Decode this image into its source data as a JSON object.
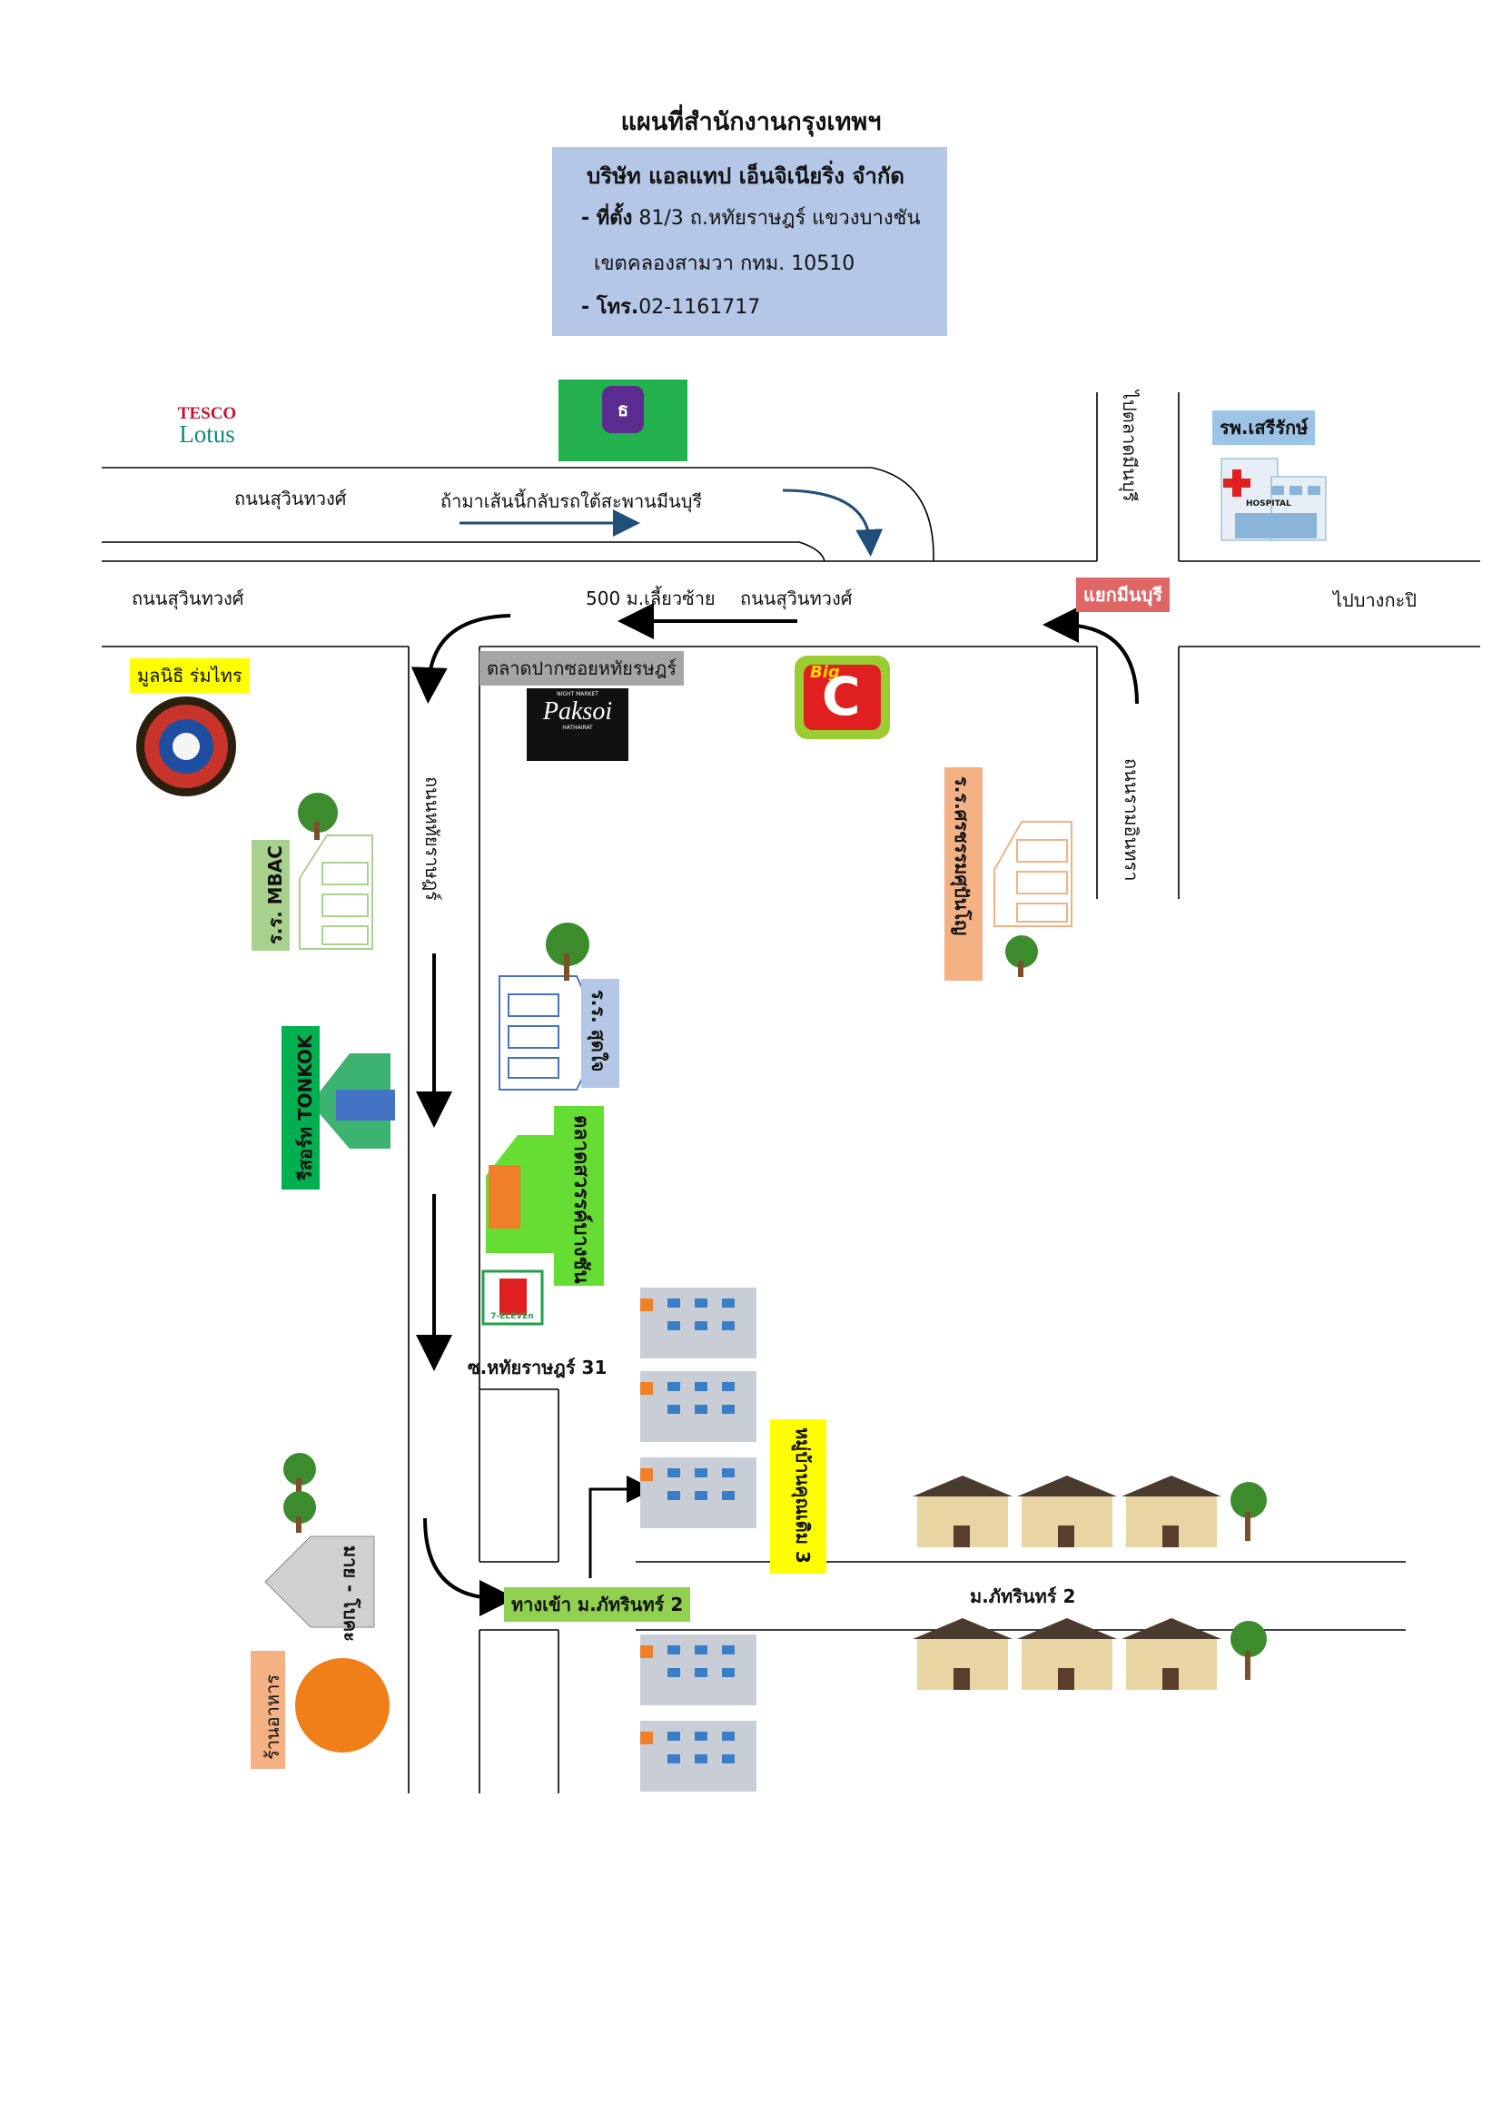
{
  "header": {
    "title": "แผนที่สำนักงานกรุงเทพฯ",
    "company": "บริษัท แอลแทป เอ็นจิเนียริ่ง จำกัด",
    "address_label": "- ที่ตั้ง",
    "address_line1": "81/3 ถ.หทัยราษฎร์ แขวงบางชัน",
    "address_line2": "เขตคลองสามวา กทม. 10510",
    "phone_label": "- โทร.",
    "phone": "02-1161717"
  },
  "roads": {
    "sukhumwong_left_top": "ถนนสุวินทวงศ์",
    "sukhumwong_left_bottom": "ถนนสุวินทวงศ์",
    "sukhumwong_mid": "ถนนสุวินทวงศ์",
    "u_turn_note": "ถ้ามาเส้นนี้กลับรถใต้สะพานมีนบุรี",
    "turn_left_500m": "500 ม.เลี้ยวซ้าย",
    "to_bangkapi": "ไปบางกะปิ",
    "to_min_buri_market": "ไปตลาดมีนบุรี",
    "ramintra": "ถนนรามอินทรา",
    "hathairat_road": "ถนนหทัยราษฎร์",
    "soi_hathairat_31": "ซ.หทัยราษฎร์ 31",
    "moo_phatarin_2": "ม.ภัทรินทร์ 2"
  },
  "places": {
    "tesco_line1": "TESCO",
    "tesco_line2": "Lotus",
    "hospital_tag": "รพ.เสรีรักษ์",
    "hospital_sign": "HOSPITAL",
    "minburi_junction": "แยกมีนบุรี",
    "paksoi_market": "ตลาดปากซอยหทัยรษฎร์",
    "paksoi_logo": "Paksoi",
    "paksoi_small_top": "NIGHT MARKET",
    "paksoi_small_bottom": "HATHAIRAT",
    "bigc_small": "Big",
    "bigc_big": "C",
    "foundation": "มูลนิธิ ร่มไทร",
    "school_mbac": "ร.ร. MBAC",
    "school_satrisangkharam": "ร.ร.ศรชรรมศุปันโญ",
    "school_satthit": "ร.ร. สุดใจ",
    "resort": "รีสอร์ท TONKOK",
    "market_sawan": "ตลาดสวรรค์บางชัน",
    "moo_3_label": "หมู่บ้านคุณเดิม 3",
    "entrance_label": "ทางเข้า ม.ภัทรินทร์ 2",
    "restaurant": "ร้านอาหาร",
    "village_tag": "มาย - โบคะ",
    "seven_eleven": "7-ELEVEn"
  },
  "colors": {
    "info_box": "#b4c7e7",
    "junction_red": "#e06666",
    "foundation_yellow": "#ffff00",
    "school_green": "#a9d18e",
    "resort_green": "#00b050",
    "market_green": "#66dd33",
    "school_peach": "#f4b183",
    "school_blue": "#b4c7e7",
    "village_yellow": "#ffff00",
    "restaurant_orange": "#f4b183"
  }
}
